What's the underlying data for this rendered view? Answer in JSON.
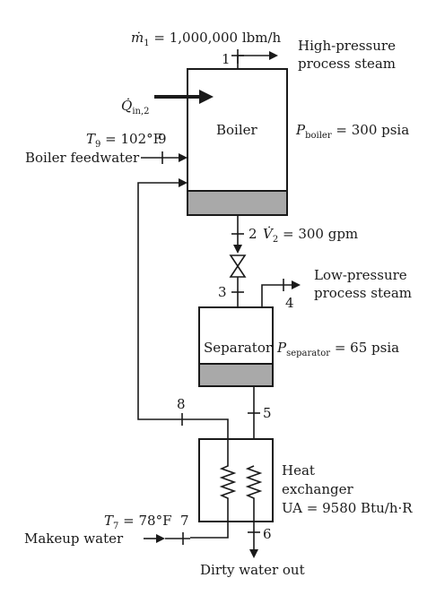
{
  "stream1": {
    "symbol": "ṁ",
    "subscript": "1",
    "value": " = 1,000,000 lbm/h",
    "state_number": "1"
  },
  "high_pressure": {
    "line1": "High-pressure",
    "line2": "process steam"
  },
  "heat_input": {
    "symbol": "Q̇",
    "subscript": "in,2"
  },
  "boiler": {
    "name": "Boiler",
    "pressure_symbol": "P",
    "pressure_subscript": "boiler",
    "pressure_value": " = 300 psia"
  },
  "stream9": {
    "symbol": "T",
    "subscript": "9",
    "value": " = 102°F",
    "state_number": "9",
    "label": "Boiler feedwater"
  },
  "stream2": {
    "state_number": "2",
    "symbol": "V̇",
    "subscript": "2",
    "value": " = 300 gpm"
  },
  "stream3": {
    "state_number": "3"
  },
  "low_pressure": {
    "line1": "Low-pressure",
    "line2": "process steam",
    "state_number": "4"
  },
  "separator": {
    "name": "Separator",
    "pressure_symbol": "P",
    "pressure_subscript": "separator",
    "pressure_value": " = 65 psia"
  },
  "stream5": {
    "state_number": "5"
  },
  "stream8": {
    "state_number": "8"
  },
  "heat_exchanger": {
    "line1": "Heat",
    "line2": "exchanger",
    "ua": "UA = 9580 Btu/h·R"
  },
  "stream7": {
    "symbol": "T",
    "subscript": "7",
    "value": " = 78°F",
    "state_number": "7",
    "label": "Makeup water"
  },
  "stream6": {
    "state_number": "6",
    "label": "Dirty water out"
  }
}
